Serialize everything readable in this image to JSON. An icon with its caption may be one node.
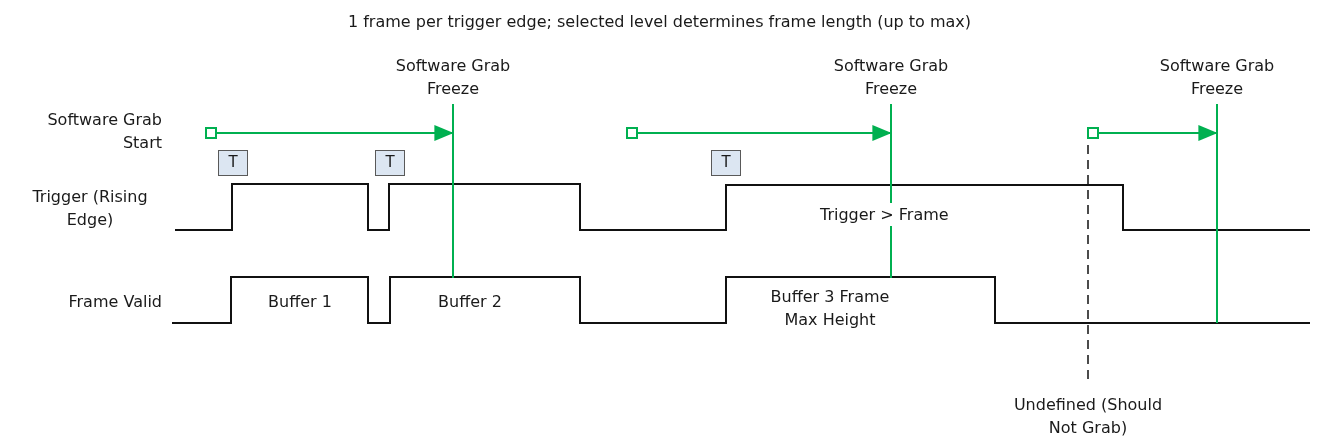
{
  "diagram": {
    "title": "1 frame per trigger edge; selected level determines frame length (up to max)",
    "nodes": [
      {
        "text": [],
        "shape": "bar",
        "beside": [
          "Software Grab Freeze"
        ]
      },
      {
        "text": [],
        "shape": "bar",
        "beside": [
          "Software Grab Freeze"
        ]
      },
      {
        "text": [],
        "shape": "bar",
        "beside": [
          "Software Grab Freeze"
        ]
      },
      {
        "text": [],
        "shape": "box"
      },
      {
        "text": [],
        "shape": "box"
      },
      {
        "text": [],
        "shape": "box"
      },
      {
        "text": [
          "T"
        ]
      },
      {
        "text": [
          "T"
        ]
      },
      {
        "text": [
          "T"
        ]
      }
    ],
    "edges": [
      {
        "from": 3,
        "to": 0,
        "arrow": "to"
      },
      {
        "from": 4,
        "to": 1,
        "arrow": "to"
      },
      {
        "from": 5,
        "to": 2,
        "arrow": "to"
      }
    ],
    "labels": [
      "Software Grab Start",
      "Trigger (Rising Edge)",
      "Frame Valid",
      "Buffer 1",
      "Buffer 2",
      "Trigger > Frame",
      "Buffer 3 Frame Max Height",
      "Undefined (Should Not Grab)"
    ]
  }
}
